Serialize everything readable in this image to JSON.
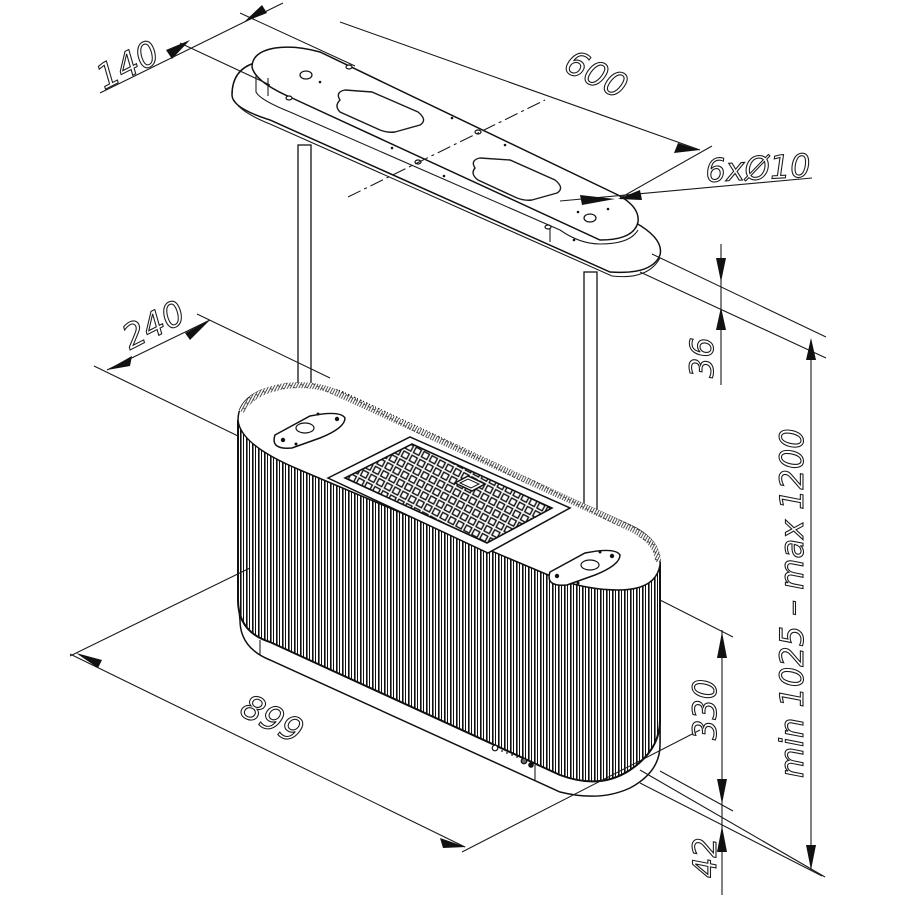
{
  "drawing": {
    "title": "Island range hood – dimension drawing",
    "line_color": "#111111",
    "background": "#ffffff",
    "units": "mm"
  },
  "dimensions": {
    "ceiling_plate_width": "140",
    "ceiling_plate_length": "600",
    "mounting_holes": "6xØ10",
    "hood_depth": "240",
    "hood_length": "899",
    "ceiling_plate_thickness": "36",
    "overall_height": "min 1025 – max 1200",
    "body_height": "330",
    "bottom_trim_height": "42"
  },
  "components": {
    "ceiling_plate": "ceiling mounting plate with two cutouts",
    "support_rods": 2,
    "hood_body": "fluted oval hood body",
    "filter": "grease filter grid with center handle",
    "control_panel": "front control buttons"
  }
}
